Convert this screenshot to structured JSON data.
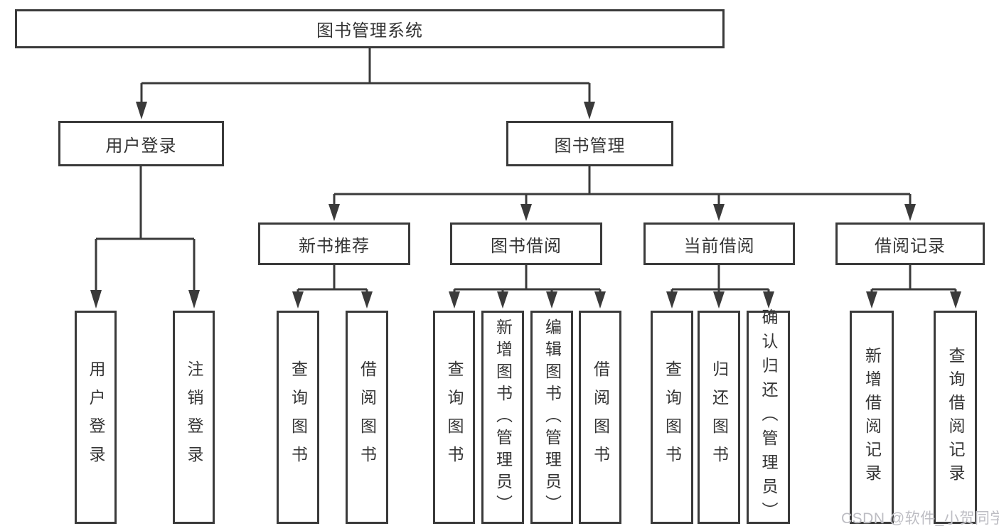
{
  "colors": {
    "line": "#3a3a3a",
    "box_border": "#3a3a3a",
    "text": "#353535",
    "background": "#ffffff",
    "watermark": "#bdbdc3"
  },
  "watermark": {
    "text": "CSDN @软件_小贺同学"
  },
  "tree": {
    "root": {
      "label": "图书管理系统"
    },
    "children": [
      {
        "label": "用户登录",
        "children": [
          {
            "label": "用户登录"
          },
          {
            "label": "注销登录"
          }
        ]
      },
      {
        "label": "图书管理",
        "children": [
          {
            "label": "新书推荐",
            "children": [
              {
                "label": "查询图书"
              },
              {
                "label": "借阅图书"
              }
            ]
          },
          {
            "label": "图书借阅",
            "children": [
              {
                "label": "查询图书"
              },
              {
                "label": "新增图书（管理员）"
              },
              {
                "label": "编辑图书（管理员）"
              },
              {
                "label": "借阅图书"
              }
            ]
          },
          {
            "label": "当前借阅",
            "children": [
              {
                "label": "查询图书"
              },
              {
                "label": "归还图书"
              },
              {
                "label": "确认归还（管理员）"
              }
            ]
          },
          {
            "label": "借阅记录",
            "children": [
              {
                "label": "新增借阅记录"
              },
              {
                "label": "查询借阅记录"
              }
            ]
          }
        ]
      }
    ]
  }
}
